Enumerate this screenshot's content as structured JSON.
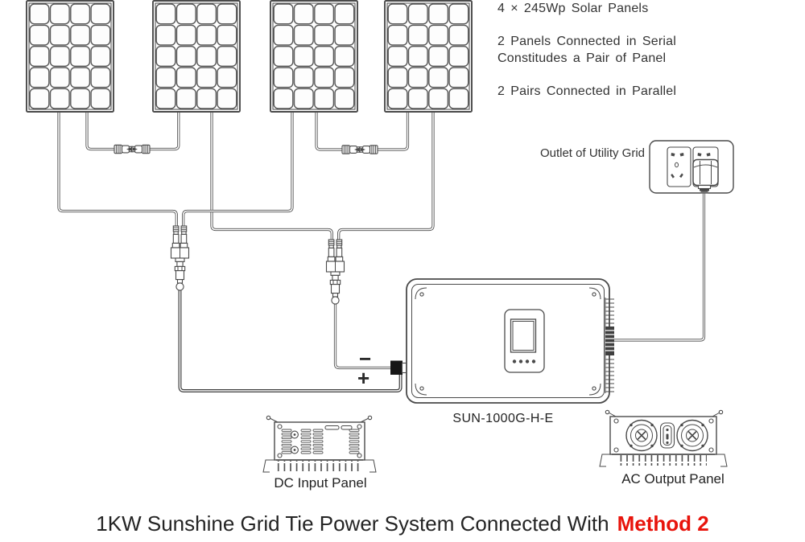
{
  "colors": {
    "line": "#4a4a4a",
    "text": "#333333",
    "title_text": "#242424",
    "accent_red": "#e8140c"
  },
  "notes": {
    "panels": "4 × 245Wp Solar Panels",
    "serial_line1": "2 Panels Connected in Serial",
    "serial_line2": "Constitudes a Pair of Panel",
    "parallel": "2 Pairs Connected in Parallel",
    "outlet": "Outlet of Utility Grid"
  },
  "labels": {
    "inverter_model": "SUN-1000G-H-E",
    "dc_input": "DC Input Panel",
    "ac_output": "AC Output Panel",
    "dc_minus": "−",
    "dc_plus": "+"
  },
  "title": {
    "text": "1KW Sunshine Grid Tie Power System Connected With",
    "highlight": "Method 2"
  }
}
